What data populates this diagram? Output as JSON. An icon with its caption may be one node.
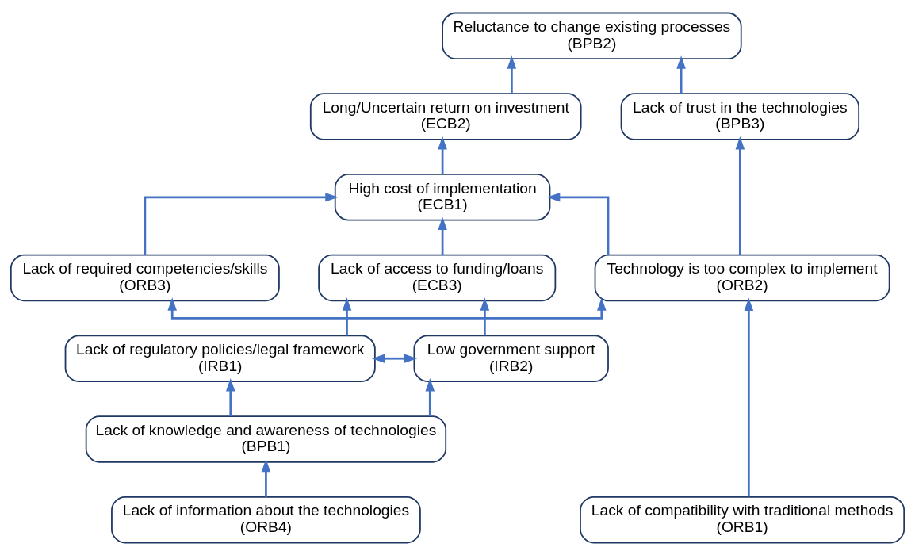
{
  "diagram": {
    "nodes": [
      {
        "text": [
          "Reluctance to change existing processes",
          "(BPB2)"
        ]
      },
      {
        "text": [
          "Lack of trust in the technologies",
          "(BPB3)"
        ]
      },
      {
        "text": [
          "Long/Uncertain return on investment",
          "(ECB2)"
        ]
      },
      {
        "text": [
          "High cost of implementation",
          "(ECB1)"
        ]
      },
      {
        "text": [
          "Technology is too complex to implement",
          "(ORB2)"
        ]
      },
      {
        "text": [
          "Lack of required competencies/skills",
          "(ORB3)"
        ]
      },
      {
        "text": [
          "Lack of access to funding/loans",
          "(ECB3)"
        ]
      },
      {
        "text": [
          "Lack of regulatory policies/legal framework",
          "(IRB1)"
        ]
      },
      {
        "text": [
          "Low government support",
          "(IRB2)"
        ]
      },
      {
        "text": [
          "Lack of knowledge and awareness of technologies",
          "(BPB1)"
        ]
      },
      {
        "text": [
          "Lack of compatibility with traditional methods",
          "(ORB1)"
        ]
      },
      {
        "text": [
          "Lack of information about the technologies",
          "(ORB4)"
        ]
      }
    ],
    "edges": [
      {
        "from": 1,
        "to": 0,
        "arrow": "to"
      },
      {
        "from": 2,
        "to": 0,
        "arrow": "to"
      },
      {
        "from": 3,
        "to": 2,
        "arrow": "to"
      },
      {
        "from": 4,
        "to": 1,
        "arrow": "to"
      },
      {
        "from": 4,
        "to": 3,
        "arrow": "to"
      },
      {
        "from": 5,
        "to": 3,
        "arrow": "to"
      },
      {
        "from": 6,
        "to": 3,
        "arrow": "to"
      },
      {
        "from": 4,
        "to": 5,
        "arrow": "both"
      },
      {
        "from": 7,
        "to": 6,
        "arrow": "to"
      },
      {
        "from": 8,
        "to": 6,
        "arrow": "to"
      },
      {
        "from": 7,
        "to": 8,
        "arrow": "both"
      },
      {
        "from": 9,
        "to": 7,
        "arrow": "to"
      },
      {
        "from": 9,
        "to": 8,
        "arrow": "to"
      },
      {
        "from": 11,
        "to": 9,
        "arrow": "to"
      },
      {
        "from": 10,
        "to": 4,
        "arrow": "to"
      }
    ]
  }
}
